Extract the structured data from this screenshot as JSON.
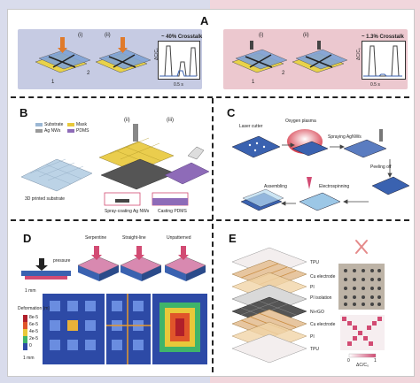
{
  "panels": {
    "A": {
      "label": "A",
      "left": {
        "sub_i": "(i)",
        "sub_ii": "(ii)",
        "port1": "1",
        "port2": "2",
        "crosstalk": "~ 40% Crosstalk",
        "time": "0.5 s",
        "ylabel": "ΔC/C₀"
      },
      "right": {
        "sub_i": "(i)",
        "sub_ii": "(ii)",
        "port1": "1",
        "port2": "2",
        "crosstalk": "~ 1.3% Crosstalk",
        "time": "0.5 s",
        "ylabel": "ΔC/C₀"
      }
    },
    "B": {
      "label": "B",
      "legend": [
        "Substrate",
        "Mask",
        "Ag NWs",
        "PDMS"
      ],
      "sub_ii": "(ii)",
      "sub_iii": "(iii)",
      "captions": [
        "3D printed substrate",
        "Spray-coating Ag NWs",
        "Casting PDMS"
      ]
    },
    "C": {
      "label": "C",
      "steps": [
        "Laser cutter",
        "Oxygen plasma",
        "Spraying AgNWs",
        "Peeling off",
        "Electrospinning",
        "Assembling"
      ]
    },
    "D": {
      "label": "D",
      "titles": [
        "Serpentine",
        "Straight-line",
        "Unpatterned"
      ],
      "pressure": "pressure",
      "scale": "1 mm",
      "legend_title": "Deformation (m)",
      "legend_ticks": [
        "8e-5",
        "6e-5",
        "4e-5",
        "2e-5",
        "0"
      ]
    },
    "E": {
      "label": "E",
      "layers": [
        "TPU",
        "Cu electrode",
        "PI",
        "PI isolation",
        "Ni-rGO",
        "Cu electrode",
        "PI",
        "TPU"
      ],
      "colorbar_ticks": [
        "0",
        "1"
      ],
      "colorbar_label": "ΔC/C₀"
    }
  },
  "colors": {
    "left_bg": "#d9dcec",
    "right_bg": "#f1d6dc",
    "sensor_blue": "#3a62b0",
    "pink": "#d24b73",
    "copper": "#c98a3c"
  }
}
